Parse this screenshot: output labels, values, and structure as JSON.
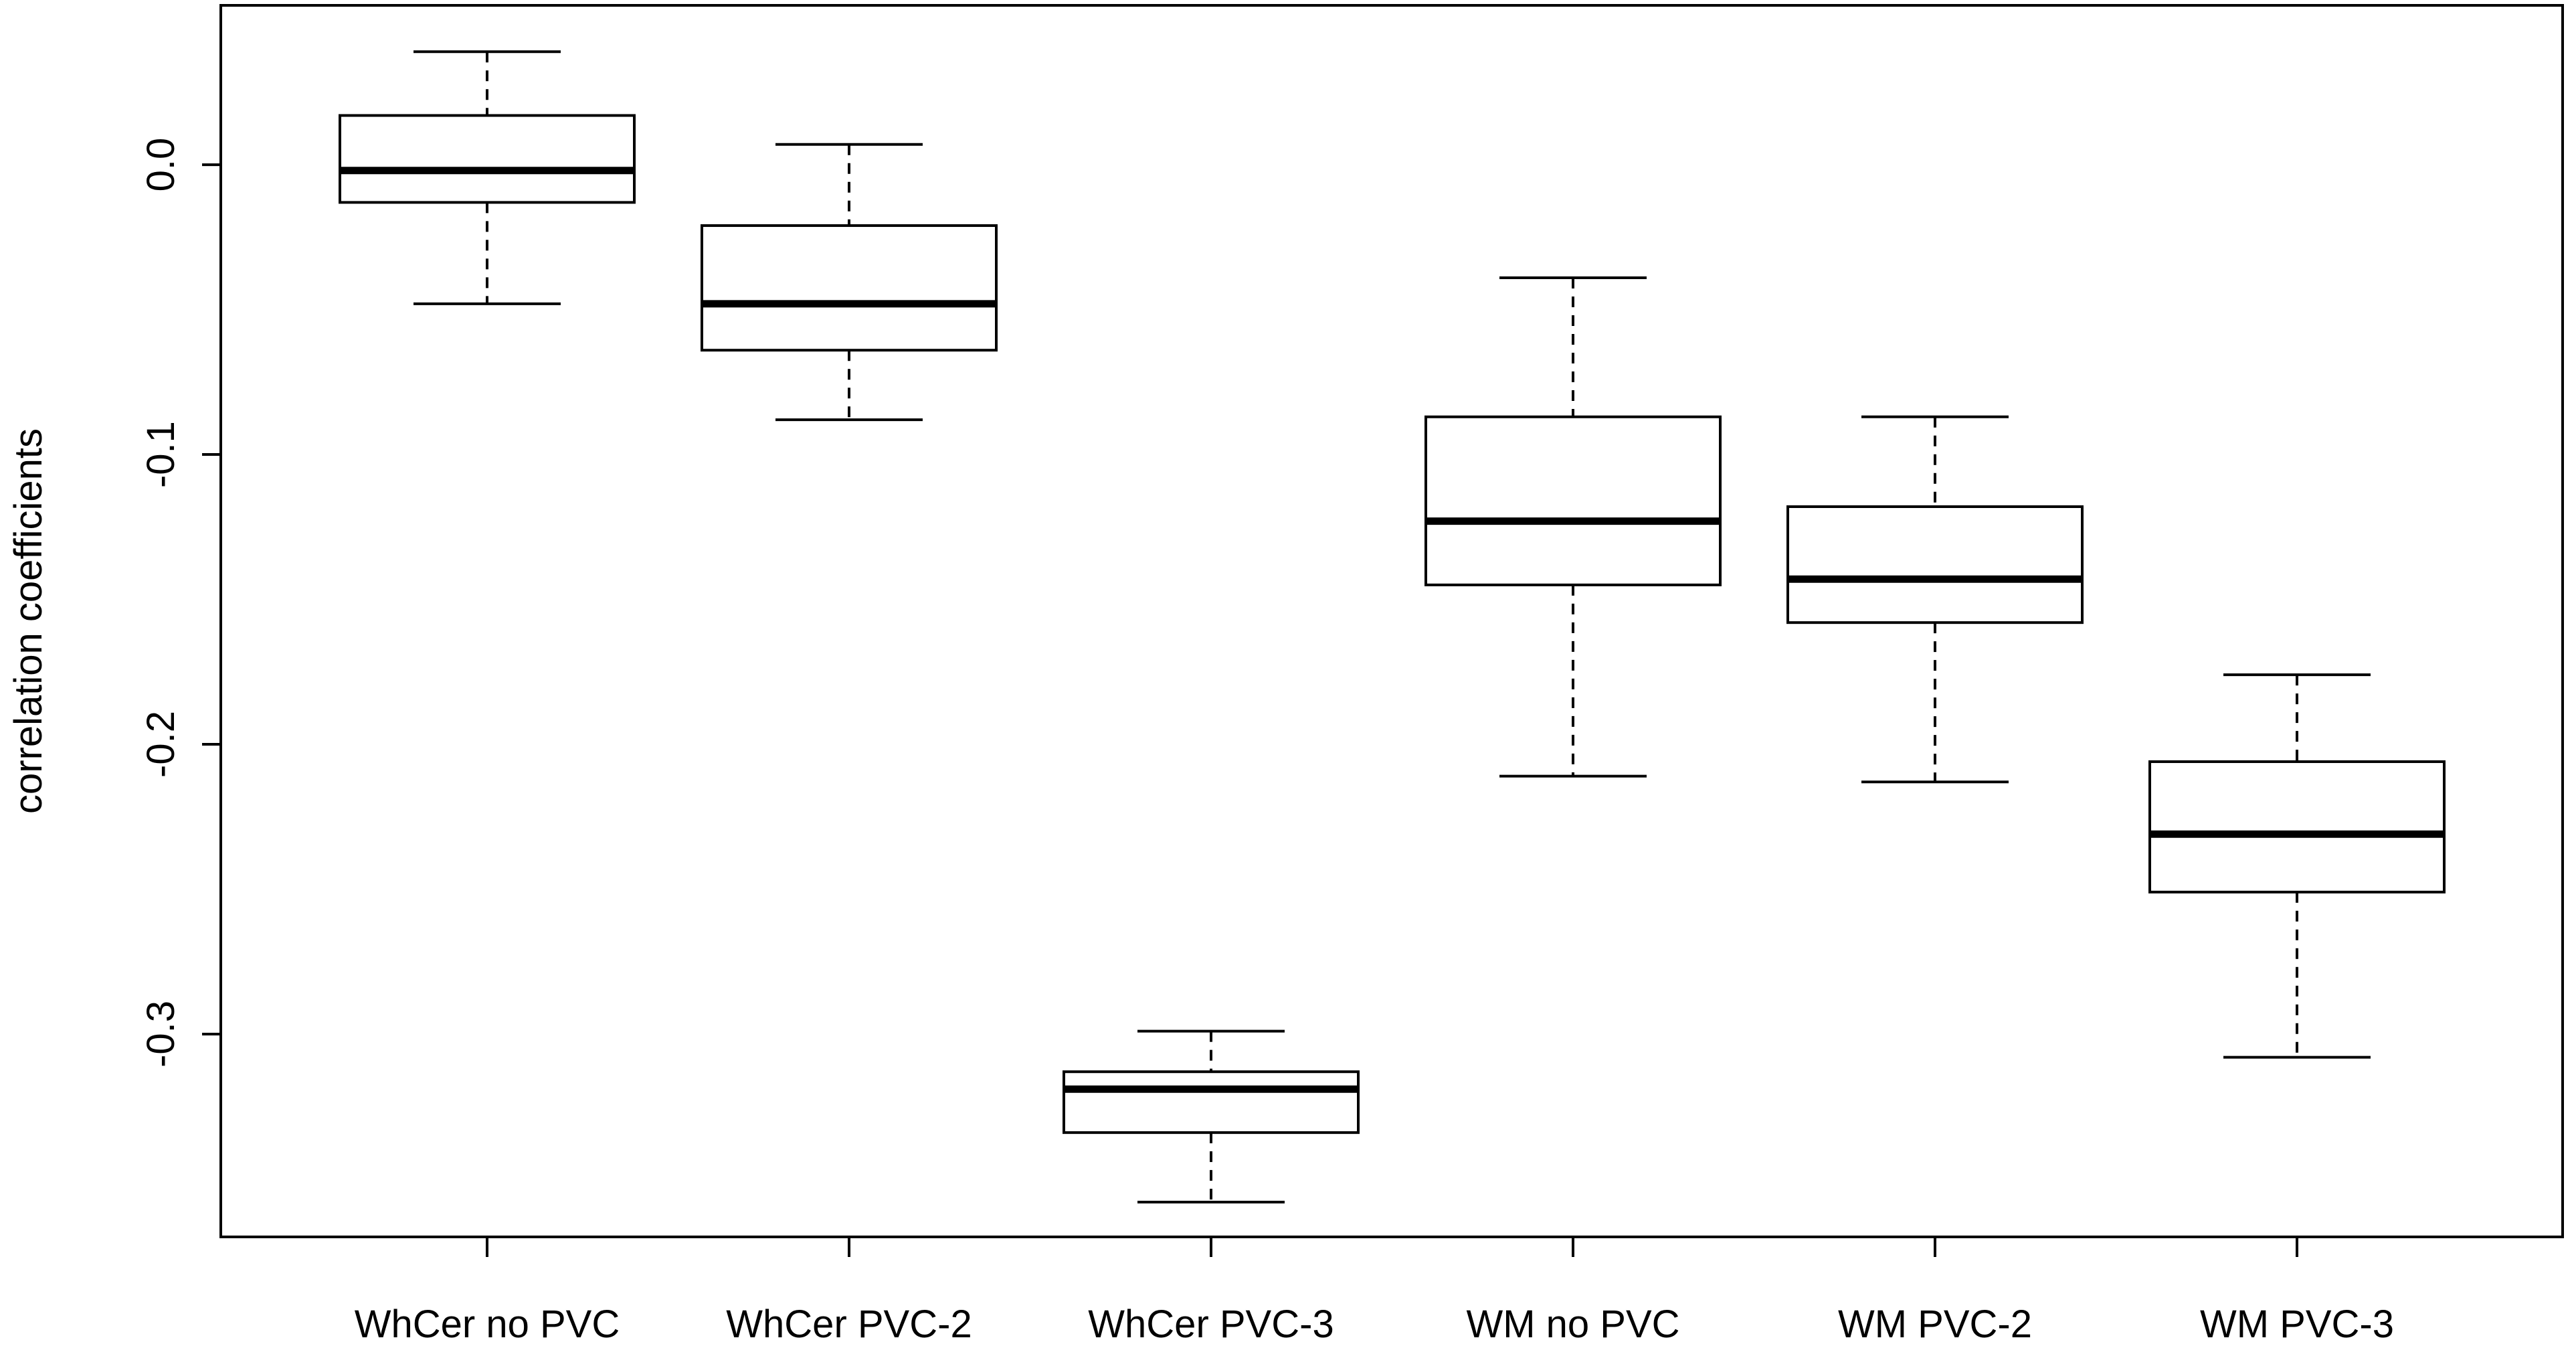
{
  "chart_data": {
    "type": "boxplot",
    "title": "",
    "xlabel": "",
    "ylabel": "correlation coefficients",
    "ylim": [
      -0.37,
      0.055
    ],
    "yticks": [
      0.0,
      -0.1,
      -0.2,
      -0.3
    ],
    "ytick_labels": [
      "0.0",
      "-0.1",
      "-0.2",
      "-0.3"
    ],
    "categories": [
      "WhCer no PVC",
      "WhCer PVC-2",
      "WhCer PVC-3",
      "WM no PVC",
      "WM PVC-2",
      "WM PVC-3"
    ],
    "boxes": [
      {
        "label": "WhCer no PVC",
        "whisker_low": -0.048,
        "q1": -0.013,
        "median": -0.002,
        "q3": 0.017,
        "whisker_high": 0.039
      },
      {
        "label": "WhCer PVC-2",
        "whisker_low": -0.088,
        "q1": -0.064,
        "median": -0.048,
        "q3": -0.021,
        "whisker_high": 0.007
      },
      {
        "label": "WhCer PVC-3",
        "whisker_low": -0.358,
        "q1": -0.334,
        "median": -0.319,
        "q3": -0.313,
        "whisker_high": -0.299
      },
      {
        "label": "WM no PVC",
        "whisker_low": -0.211,
        "q1": -0.145,
        "median": -0.123,
        "q3": -0.087,
        "whisker_high": -0.039
      },
      {
        "label": "WM PVC-2",
        "whisker_low": -0.213,
        "q1": -0.158,
        "median": -0.143,
        "q3": -0.118,
        "whisker_high": -0.087
      },
      {
        "label": "WM PVC-3",
        "whisker_low": -0.308,
        "q1": -0.251,
        "median": -0.231,
        "q3": -0.206,
        "whisker_high": -0.176
      }
    ],
    "grid": false,
    "legend": "none",
    "colors": {
      "box_fill": "#ffffff",
      "stroke": "#000000"
    }
  }
}
